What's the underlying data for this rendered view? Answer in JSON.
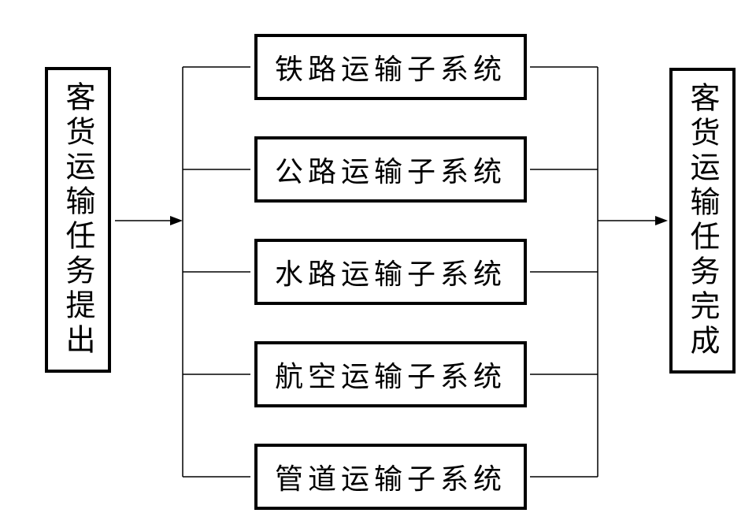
{
  "diagram": {
    "input_box": {
      "label": "客货运输任务提出"
    },
    "output_box": {
      "label": "客货运输任务完成"
    },
    "subsystems": [
      {
        "label": "铁路运输子系统"
      },
      {
        "label": "公路运输子系统"
      },
      {
        "label": "水路运输子系统"
      },
      {
        "label": "航空运输子系统"
      },
      {
        "label": "管道运输子系统"
      }
    ]
  }
}
